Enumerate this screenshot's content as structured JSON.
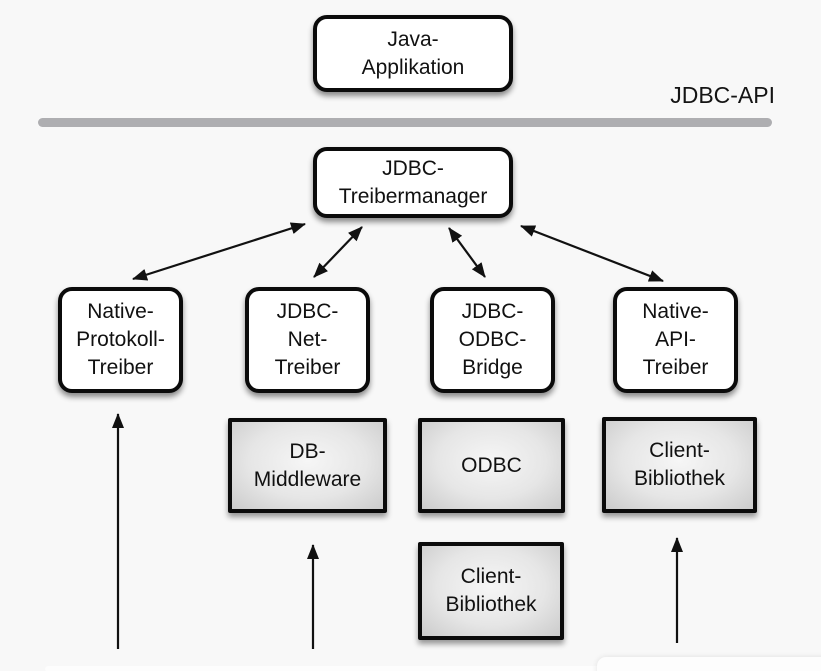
{
  "colors": {
    "background": "#f8f8f8",
    "divider": "#aeaeb1",
    "box_border": "#0b0b0b",
    "box_fill": "#ffffff",
    "gray_box_center": "#f6f6f6",
    "gray_box_edge": "#cbcbcb",
    "arrow": "#111111",
    "text": "#111111"
  },
  "api_divider": {
    "label": "JDBC-API"
  },
  "nodes": {
    "java_application": {
      "label": "Java-\nApplikation"
    },
    "jdbc_treibermanager": {
      "label": "JDBC-\nTreibermanager"
    },
    "native_protokoll_treiber": {
      "label": "Native-\nProtokoll-\nTreiber"
    },
    "jdbc_net_treiber": {
      "label": "JDBC-\nNet-\nTreiber"
    },
    "jdbc_odbc_bridge": {
      "label": "JDBC-\nODBC-\nBridge"
    },
    "native_api_treiber": {
      "label": "Native-\nAPI-\nTreiber"
    },
    "db_middleware": {
      "label": "DB-\nMiddleware"
    },
    "odbc": {
      "label": "ODBC"
    },
    "client_bibliothek_mitte": {
      "label": "Client-\nBibliothek"
    },
    "client_bibliothek_rechts": {
      "label": "Client-\nBibliothek"
    }
  }
}
